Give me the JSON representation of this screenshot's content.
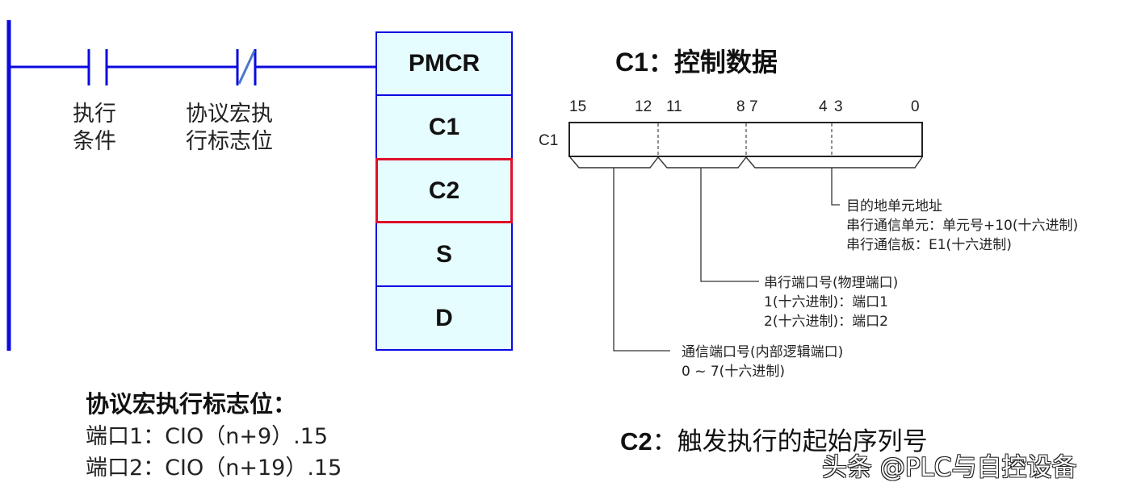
{
  "colors": {
    "ladder_blue": "#0a0ae0",
    "highlight_red": "#e0102a",
    "instr_fill": "#e6fdff",
    "diagram_line": "#333333"
  },
  "ladder": {
    "contacts": [
      {
        "type": "normally-open",
        "label_lines": [
          "执行",
          "条件"
        ]
      },
      {
        "type": "normally-closed",
        "label_lines": [
          "协议宏执",
          "行标志位"
        ]
      }
    ]
  },
  "instruction": {
    "operands": [
      {
        "label": "PMCR",
        "highlighted": false
      },
      {
        "label": "C1",
        "highlighted": false
      },
      {
        "label": "C2",
        "highlighted": true
      },
      {
        "label": "S",
        "highlighted": false
      },
      {
        "label": "D",
        "highlighted": false
      }
    ]
  },
  "c1_section": {
    "title": "C1：控制数据",
    "register_name": "C1",
    "bit_labels": [
      "15",
      "12",
      "11",
      "8",
      "7",
      "4",
      "3",
      "0"
    ],
    "fields": [
      {
        "bits": "15-12",
        "title": "通信端口号(内部逻辑端口)",
        "lines": [
          "0 ~ 7(十六进制)"
        ]
      },
      {
        "bits": "11-8",
        "title": "串行端口号(物理端口)",
        "lines": [
          "1(十六进制)：端口1",
          "2(十六进制)：端口2"
        ]
      },
      {
        "bits": "7-0",
        "title": "目的地单元地址",
        "lines": [
          "串行通信单元：单元号+10(十六进制)",
          "串行通信板：E1(十六进制)"
        ]
      }
    ]
  },
  "flag_section": {
    "title": "协议宏执行标志位：",
    "lines": [
      "端口1：CIO（n+9）.15",
      "端口2：CIO（n+19）.15"
    ]
  },
  "c2_section": {
    "label": "C2",
    "separator": "：",
    "description": "触发执行的起始序列号"
  },
  "watermark": "头条 @PLC与自控设备"
}
